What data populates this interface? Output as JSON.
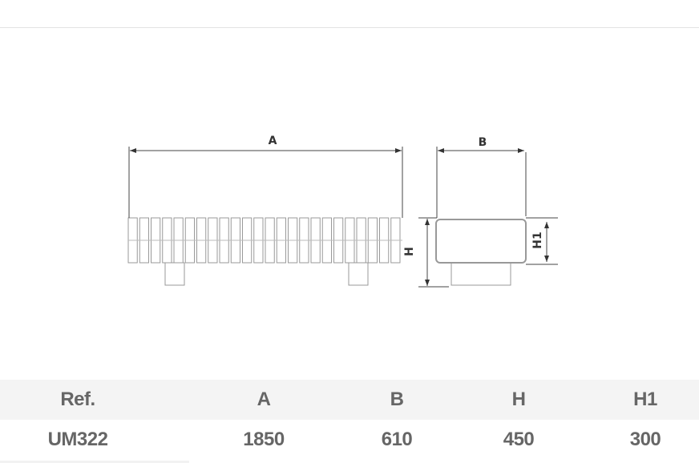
{
  "drawing": {
    "labels": {
      "a": "A",
      "b": "B",
      "h": "H",
      "h1": "H1"
    }
  },
  "table": {
    "headers": [
      "Ref.",
      "A",
      "B",
      "H",
      "H1"
    ],
    "rows": [
      [
        "UM322",
        "1850",
        "610",
        "450",
        "300"
      ]
    ]
  }
}
